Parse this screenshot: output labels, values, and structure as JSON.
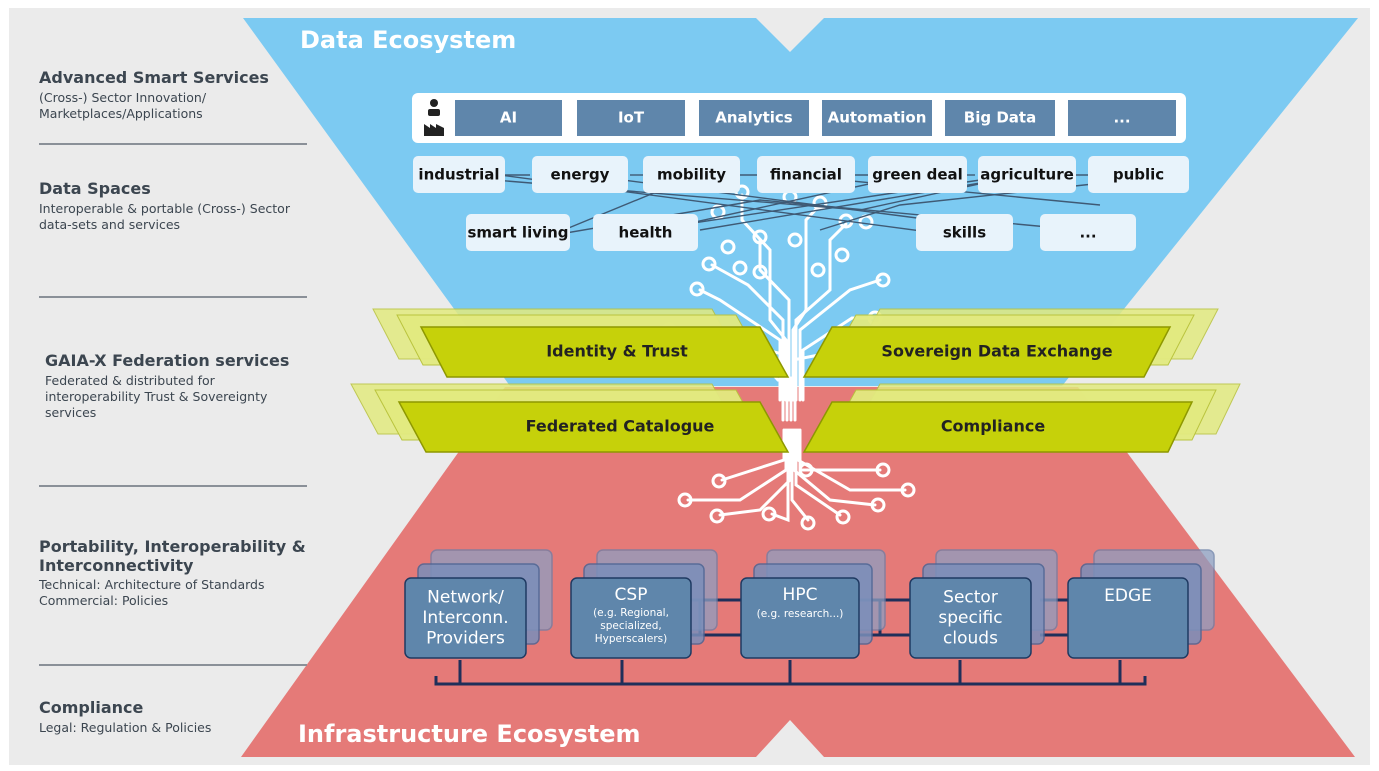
{
  "colors": {
    "background": "#ebebeb",
    "data_ecosystem_blue": "#7ccaf2",
    "infrastructure_red": "#e57a78",
    "service_tile": "#5f86ab",
    "domain_box": "#e8f3fb",
    "federation_green": "#c6d10a",
    "federation_shadow": "#e2ea80",
    "infra_box": "#5f86ab",
    "tree_line": "#ffffff"
  },
  "data_ecosystem_title": "Data Ecosystem",
  "infrastructure_title": "Infrastructure Ecosystem",
  "layers": [
    {
      "title": "Advanced Smart Services",
      "subtitle": "(Cross-) Sector Innovation/\nMarketplaces/Applications"
    },
    {
      "title": "Data Spaces",
      "subtitle": "Interoperable & portable (Cross-) Sector\ndata-sets and services"
    },
    {
      "title": "GAIA-X Federation services",
      "subtitle": "Federated & distributed for\ninteroperability Trust & Sovereignty\nservices"
    },
    {
      "title": "Portability, Interoperability &\nInterconnectivity",
      "subtitle": "Technical: Architecture of Standards\nCommercial: Policies"
    },
    {
      "title": "Compliance",
      "subtitle": "Legal: Regulation & Policies"
    }
  ],
  "user_icon": "user-factory-icon",
  "smart_services": [
    "AI",
    "IoT",
    "Analytics",
    "Automation",
    "Big Data",
    "..."
  ],
  "data_spaces_row1": [
    "industrial",
    "energy",
    "mobility",
    "financial",
    "green deal",
    "agriculture",
    "public"
  ],
  "data_spaces_row2": [
    "smart living",
    "health",
    "skills",
    "..."
  ],
  "federation_services": [
    "Identity & Trust",
    "Sovereign Data Exchange",
    "Federated Catalogue",
    "Compliance"
  ],
  "infrastructure": [
    {
      "title": "Network/\nInterconn.\nProviders",
      "note": ""
    },
    {
      "title": "CSP",
      "note": "(e.g. Regional,\nspecialized,\nHyperscalers)"
    },
    {
      "title": "HPC",
      "note": "(e.g. research...)"
    },
    {
      "title": "Sector\nspecific\nclouds",
      "note": ""
    },
    {
      "title": "EDGE",
      "note": ""
    }
  ]
}
